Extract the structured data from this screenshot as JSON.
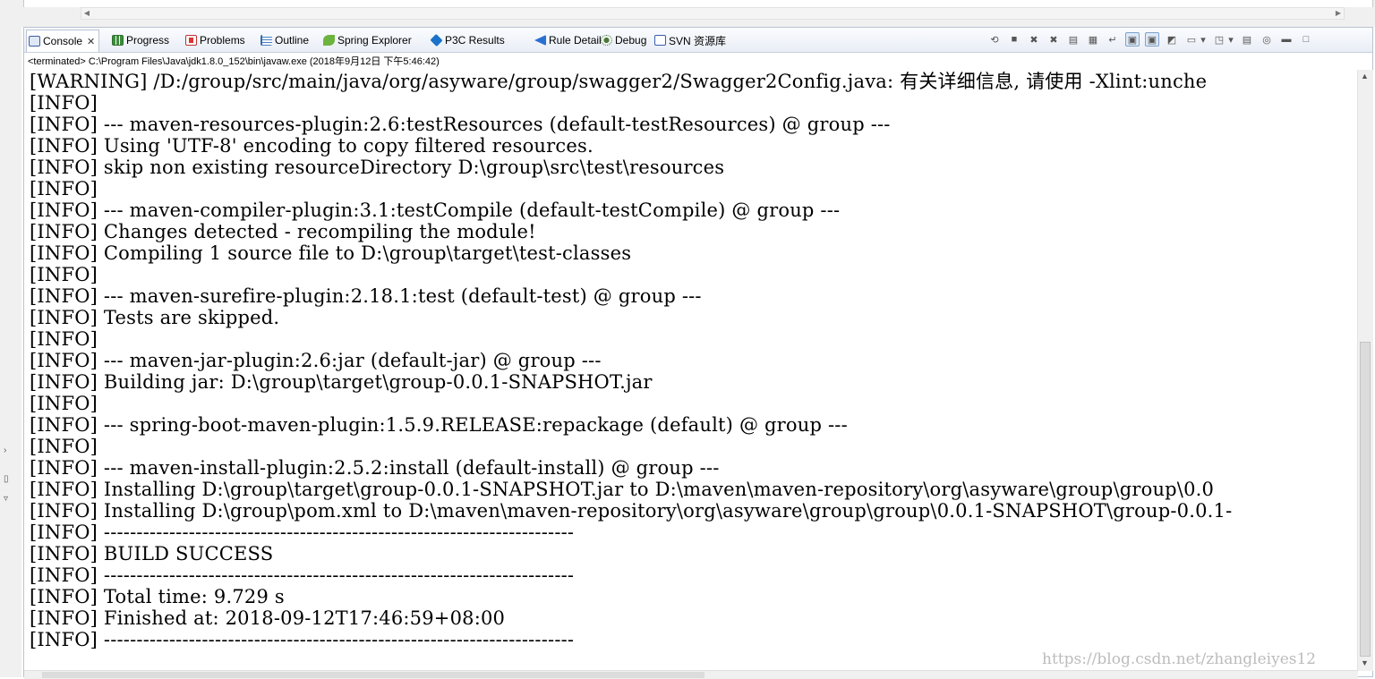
{
  "tabs": [
    {
      "label": "Console",
      "icon": "console-icon",
      "active": true
    },
    {
      "label": "Progress",
      "icon": "progress-icon"
    },
    {
      "label": "Problems",
      "icon": "problems-icon"
    },
    {
      "label": "Outline",
      "icon": "outline-icon"
    },
    {
      "label": "Spring Explorer",
      "icon": "spring-icon"
    },
    {
      "label": "P3C Results",
      "icon": "p3c-icon"
    },
    {
      "label": "Rule Detail",
      "icon": "rule-icon"
    },
    {
      "label": "Debug",
      "icon": "debug-icon"
    },
    {
      "label": "SVN 资源库",
      "icon": "svn-icon"
    }
  ],
  "close_glyph": "✕",
  "status": "<terminated> C:\\Program Files\\Java\\jdk1.8.0_152\\bin\\javaw.exe (2018年9月12日 下午5:46:42)",
  "console_lines": [
    "[WARNING] /D:/group/src/main/java/org/asyware/group/swagger2/Swagger2Config.java: 有关详细信息, 请使用 -Xlint:unche",
    "[INFO]",
    "[INFO] --- maven-resources-plugin:2.6:testResources (default-testResources) @ group ---",
    "[INFO] Using 'UTF-8' encoding to copy filtered resources.",
    "[INFO] skip non existing resourceDirectory D:\\group\\src\\test\\resources",
    "[INFO]",
    "[INFO] --- maven-compiler-plugin:3.1:testCompile (default-testCompile) @ group ---",
    "[INFO] Changes detected - recompiling the module!",
    "[INFO] Compiling 1 source file to D:\\group\\target\\test-classes",
    "[INFO]",
    "[INFO] --- maven-surefire-plugin:2.18.1:test (default-test) @ group ---",
    "[INFO] Tests are skipped.",
    "[INFO]",
    "[INFO] --- maven-jar-plugin:2.6:jar (default-jar) @ group ---",
    "[INFO] Building jar: D:\\group\\target\\group-0.0.1-SNAPSHOT.jar",
    "[INFO]",
    "[INFO] --- spring-boot-maven-plugin:1.5.9.RELEASE:repackage (default) @ group ---",
    "[INFO]",
    "[INFO] --- maven-install-plugin:2.5.2:install (default-install) @ group ---",
    "[INFO] Installing D:\\group\\target\\group-0.0.1-SNAPSHOT.jar to D:\\maven\\maven-repository\\org\\asyware\\group\\group\\0.0",
    "[INFO] Installing D:\\group\\pom.xml to D:\\maven\\maven-repository\\org\\asyware\\group\\group\\0.0.1-SNAPSHOT\\group-0.0.1-",
    "[INFO] ------------------------------------------------------------------------",
    "[INFO] BUILD SUCCESS",
    "[INFO] ------------------------------------------------------------------------",
    "[INFO] Total time: 9.729 s",
    "[INFO] Finished at: 2018-09-12T17:46:59+08:00",
    "[INFO] ------------------------------------------------------------------------"
  ],
  "toolbar_buttons": [
    {
      "name": "terminate-relaunch-icon",
      "glyph": "⟲"
    },
    {
      "name": "terminate-icon",
      "glyph": "■"
    },
    {
      "name": "remove-launch-icon",
      "glyph": "✖"
    },
    {
      "name": "remove-all-terminated-icon",
      "glyph": "✖"
    },
    {
      "name": "clear-console-icon",
      "glyph": "▤"
    },
    {
      "name": "scroll-lock-icon",
      "glyph": "▦"
    },
    {
      "name": "word-wrap-icon",
      "glyph": "↵"
    },
    {
      "name": "show-stdout-icon",
      "glyph": "▣",
      "pressed": true
    },
    {
      "name": "show-stderr-icon",
      "glyph": "▣",
      "pressed": true
    },
    {
      "name": "pin-console-icon",
      "glyph": "◩"
    },
    {
      "name": "display-console-icon",
      "glyph": "▭"
    },
    {
      "name": "display-console-dropdown-icon",
      "glyph": "▾"
    },
    {
      "name": "open-console-icon",
      "glyph": "◳"
    },
    {
      "name": "open-console-dropdown-icon",
      "glyph": "▾"
    },
    {
      "name": "view-menu-icon",
      "glyph": "▤"
    },
    {
      "name": "p3c-inspect-icon",
      "glyph": "◎"
    },
    {
      "name": "minimize-icon",
      "glyph": "▬"
    },
    {
      "name": "maximize-icon",
      "glyph": "□"
    }
  ],
  "watermark": "https://blog.csdn.net/zhangleiyes12"
}
